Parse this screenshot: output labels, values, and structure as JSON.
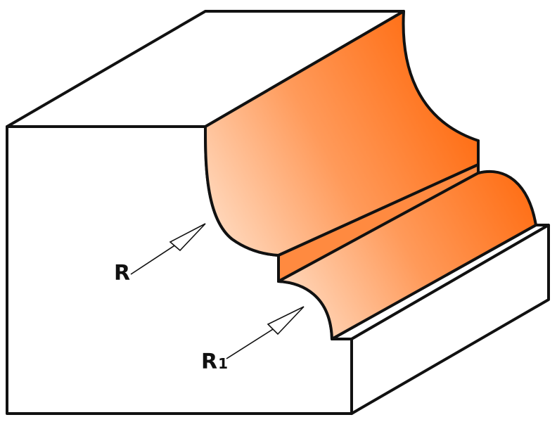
{
  "labels": {
    "radius_r": "R",
    "radius_r1_base": "R",
    "radius_r1_sub": "1"
  },
  "colors": {
    "profile_light": "#ffe2cc",
    "profile_mid": "#ff9a5a",
    "profile_dark": "#ff6a0e",
    "outline": "#111111",
    "block_face": "#ffffff"
  }
}
